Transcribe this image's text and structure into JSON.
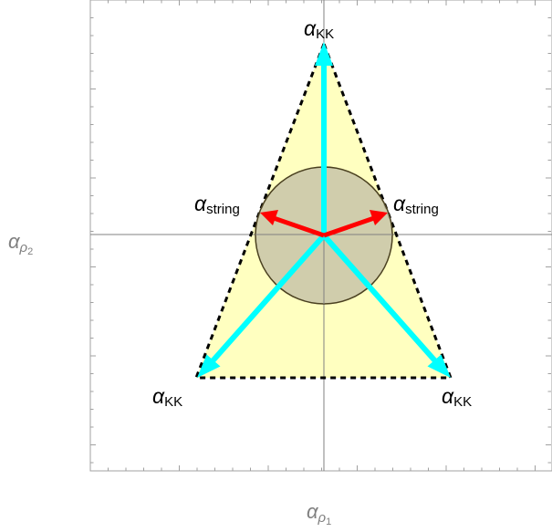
{
  "axes": {
    "x_label": {
      "main": "α",
      "sub": "ρ",
      "subsub": "1"
    },
    "y_label": {
      "main": "α",
      "sub": "ρ",
      "subsub": "2"
    }
  },
  "labels": {
    "kk_top": {
      "main": "α",
      "sub": "KK"
    },
    "kk_left": {
      "main": "α",
      "sub": "KK"
    },
    "kk_right": {
      "main": "α",
      "sub": "KK"
    },
    "string_left": {
      "main": "α",
      "sub": "string"
    },
    "string_right": {
      "main": "α",
      "sub": "string"
    }
  },
  "colors": {
    "triangle_fill": "#ffffc0",
    "circle_fill": "#c8c4a8",
    "circle_stroke": "#4a4020",
    "kk_arrow": "#00ffff",
    "string_arrow": "#ff0000",
    "axis_line": "#808080",
    "frame": "#a0a0a0"
  }
}
